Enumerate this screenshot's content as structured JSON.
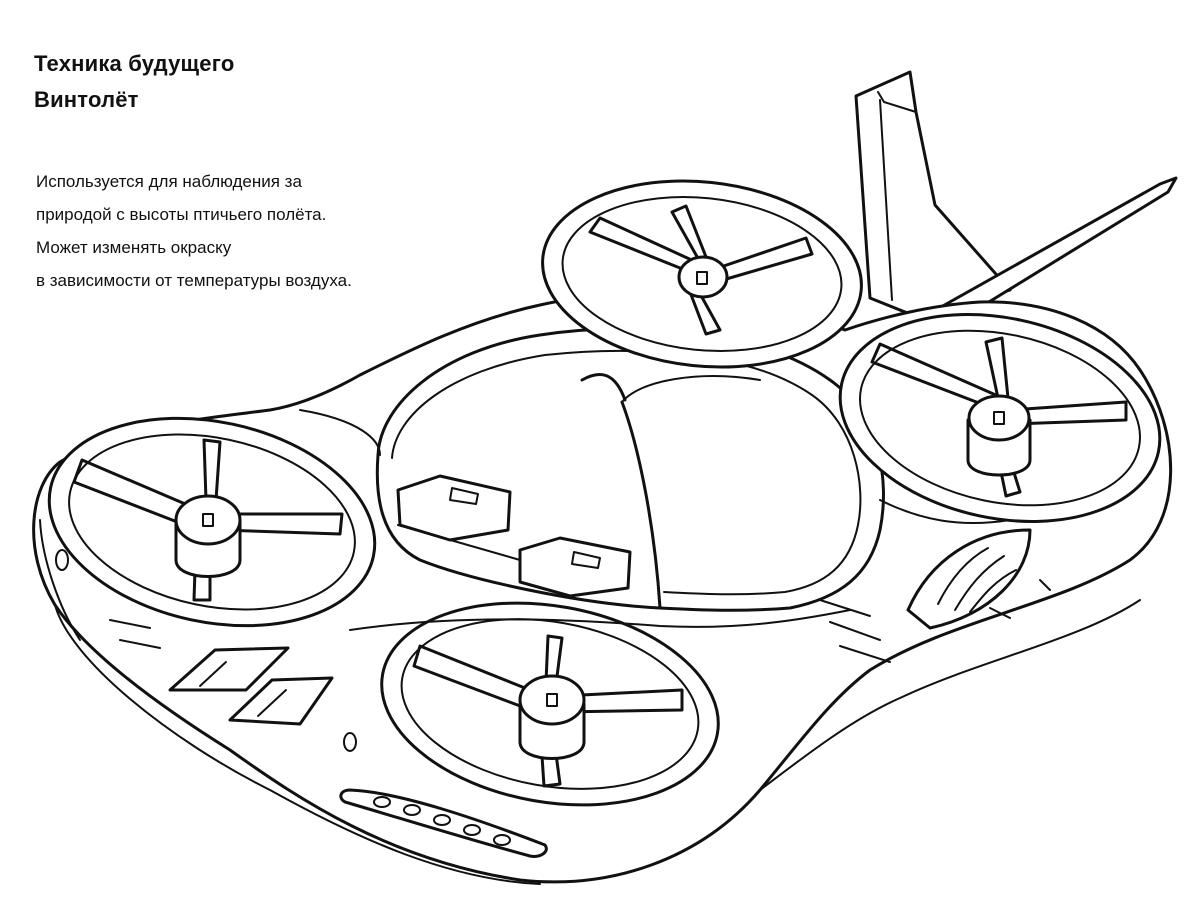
{
  "page": {
    "title_line_1": "Техника будущего",
    "title_line_2": "Винтолёт"
  },
  "description": {
    "lines": [
      "Используется для наблюдения за",
      "природой с высоты птичьего полёта.",
      "Может изменять окраску",
      "в зависимости от температуры воздуха."
    ]
  },
  "illustration": {
    "subject": "quadcopter-vehicle-coloring-outline",
    "line_color": "#111111",
    "background_color": "#ffffff"
  }
}
